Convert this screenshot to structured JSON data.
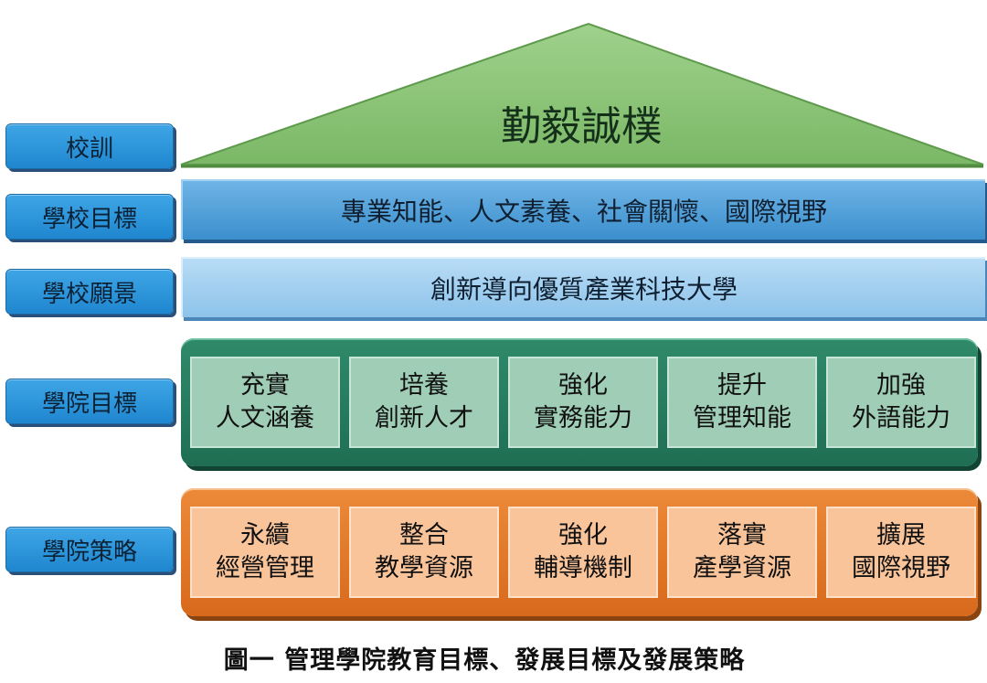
{
  "labels": {
    "motto": "校訓",
    "school_goal": "學校目標",
    "school_vision": "學校願景",
    "college_goal": "學院目標",
    "college_strategy": "學院策略"
  },
  "roof_text": "勤毅誠樸",
  "school_goal_text": "專業知能、人文素養、社會關懷、國際視野",
  "school_vision_text": "創新導向優質產業科技大學",
  "college_goals": [
    {
      "line1": "充實",
      "line2": "人文涵養"
    },
    {
      "line1": "培養",
      "line2": "創新人才"
    },
    {
      "line1": "強化",
      "line2": "實務能力"
    },
    {
      "line1": "提升",
      "line2": "管理知能"
    },
    {
      "line1": "加強",
      "line2": "外語能力"
    }
  ],
  "college_strategies": [
    {
      "line1": "永續",
      "line2": "經營管理"
    },
    {
      "line1": "整合",
      "line2": "教學資源"
    },
    {
      "line1": "強化",
      "line2": "輔導機制"
    },
    {
      "line1": "落實",
      "line2": "產學資源"
    },
    {
      "line1": "擴展",
      "line2": "國際視野"
    }
  ],
  "caption": "圖一  管理學院教育目標、發展目標及發展策略",
  "colors": {
    "label_blue": "#2a95dc",
    "roof_green": "#8cc57a",
    "bar_blue": "#4d9fd8",
    "bar_light_blue": "#a3cff0",
    "panel_green": "#267a5e",
    "cell_green": "#9fcdb6",
    "panel_orange": "#e47a2a",
    "cell_orange": "#f9c49a"
  }
}
